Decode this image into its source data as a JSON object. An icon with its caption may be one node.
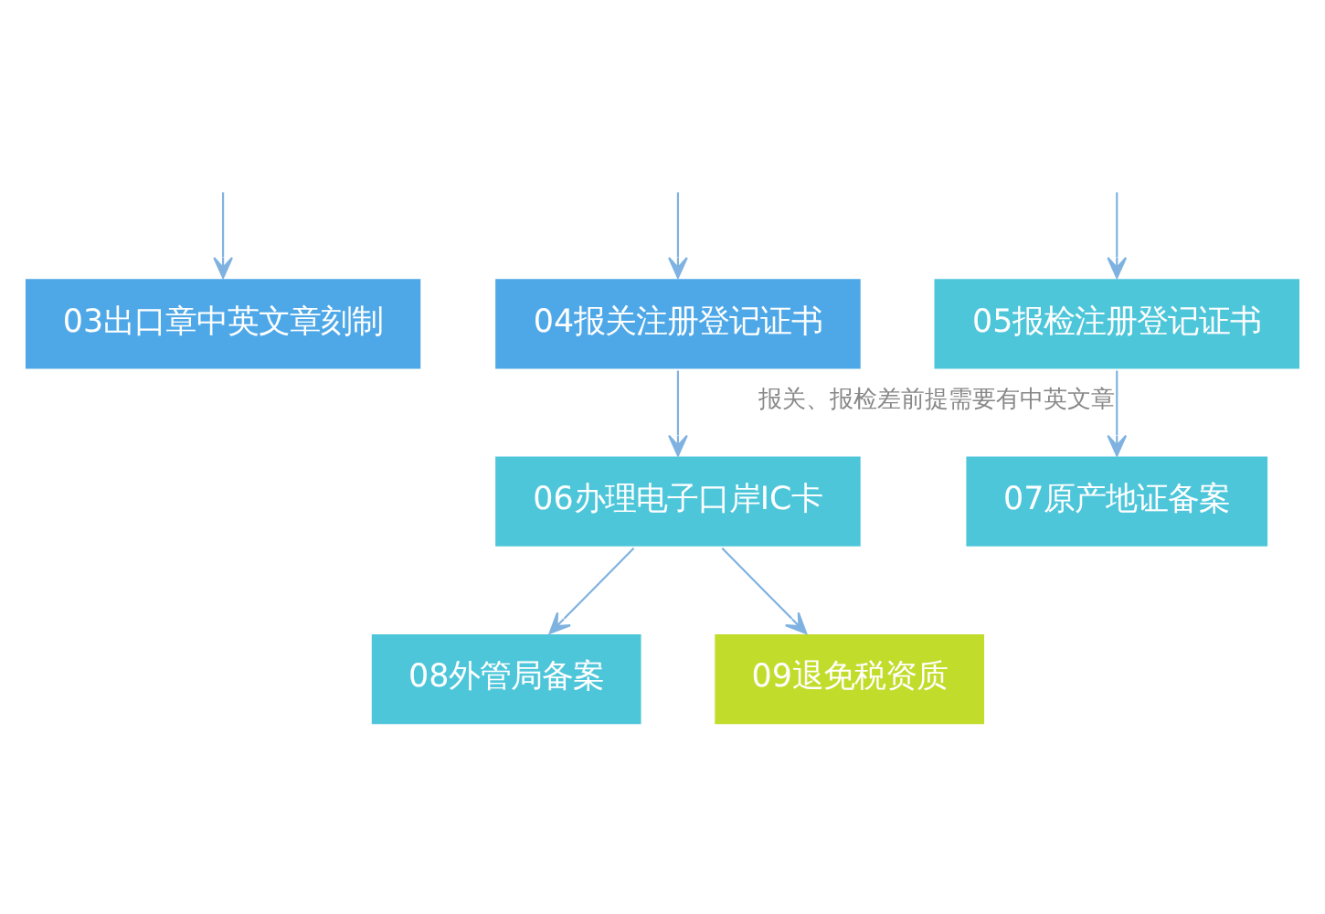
{
  "diagram": {
    "nodes": [
      {
        "text": [
          "03出口章中英文章刻制"
        ]
      },
      {
        "text": [
          "04报关注册登记证书"
        ]
      },
      {
        "text": [
          "05报检注册登记证书"
        ]
      },
      {
        "text": [
          "06办理电子口岸IC卡"
        ]
      },
      {
        "text": [
          "07原产地证备案"
        ]
      },
      {
        "text": [
          "08外管局备案"
        ]
      },
      {
        "text": [
          "09退免税资质"
        ]
      }
    ],
    "edges": [
      {
        "from": null,
        "to": 0,
        "arrow": "to"
      },
      {
        "from": null,
        "to": 1,
        "arrow": "to"
      },
      {
        "from": null,
        "to": 2,
        "arrow": "to"
      },
      {
        "from": 1,
        "to": 3,
        "arrow": "to"
      },
      {
        "from": 2,
        "to": 4,
        "label": "报关、报检差前提需要有中英文章",
        "arrow": "to"
      },
      {
        "from": 3,
        "to": 5,
        "arrow": "to"
      },
      {
        "from": 3,
        "to": 6,
        "arrow": "to"
      }
    ]
  }
}
